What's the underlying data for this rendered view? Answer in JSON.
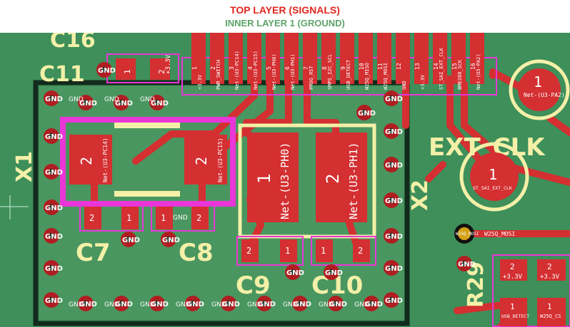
{
  "titles": {
    "top_layer": "TOP LAYER (SIGNALS)",
    "inner_layer": "INNER LAYER 1 (GROUND)"
  },
  "colors": {
    "board": "#3e8f5a",
    "copper": "#d42f31",
    "silkscreen": "#f4f0a8",
    "courtyard": "#ea36d8",
    "via": "#b01e22",
    "header_top": "#e0261f",
    "header_inner": "#5ea46a"
  },
  "refs": {
    "c16": "C16",
    "c11": "C11",
    "x1": "X1",
    "x2": "X2",
    "c7": "C7",
    "c8": "C8",
    "c9": "C9",
    "c10": "C10",
    "ext_clk": "EXT_CLK",
    "r29": "R29"
  },
  "net_labels": {
    "gnd": "GND",
    "pc14": "Net-(U3-PC14)",
    "pc15": "Net-(U3-PC15)",
    "ph0": "Net-(U3-PH0)",
    "ph1": "Net-(U3-PH1)",
    "pa2": "Net-(U3-PA2)",
    "p33": "+3.3V",
    "st_sai": "ST_SAI_EXT_CLK",
    "w25q_mosi": "W25Q_MOSI",
    "usb_detect": "USB_DETECT",
    "w25q_cs": "W25Q_CS"
  },
  "pad_numbers": {
    "n1": "1",
    "n2": "2"
  },
  "connector_pins": [
    {
      "num": "1",
      "name": "+3.3V"
    },
    {
      "num": "2",
      "name": "PWR_SWITCH"
    },
    {
      "num": "3",
      "name": "Net-(U3-PC14)"
    },
    {
      "num": "4",
      "name": "Net-(U3-PC15)"
    },
    {
      "num": "5",
      "name": "Net-(U3-PH0)"
    },
    {
      "num": "6",
      "name": "Net-(U3-PH1)"
    },
    {
      "num": "7",
      "name": "PROG_RST"
    },
    {
      "num": "8",
      "name": "SMPS_I2C_SCL"
    },
    {
      "num": "9",
      "name": "USB_DETECT"
    },
    {
      "num": "10",
      "name": "W25Q_MISO"
    },
    {
      "num": "11",
      "name": "W25Q_MOSI"
    },
    {
      "num": "12",
      "name": "GND"
    },
    {
      "num": "13",
      "name": "+3.3V"
    },
    {
      "num": "14",
      "name": "ST_SAI_EXT_CLK"
    },
    {
      "num": "15",
      "name": "BME280_SCK"
    },
    {
      "num": "16",
      "name": "Net-(U3-PA2)"
    }
  ]
}
